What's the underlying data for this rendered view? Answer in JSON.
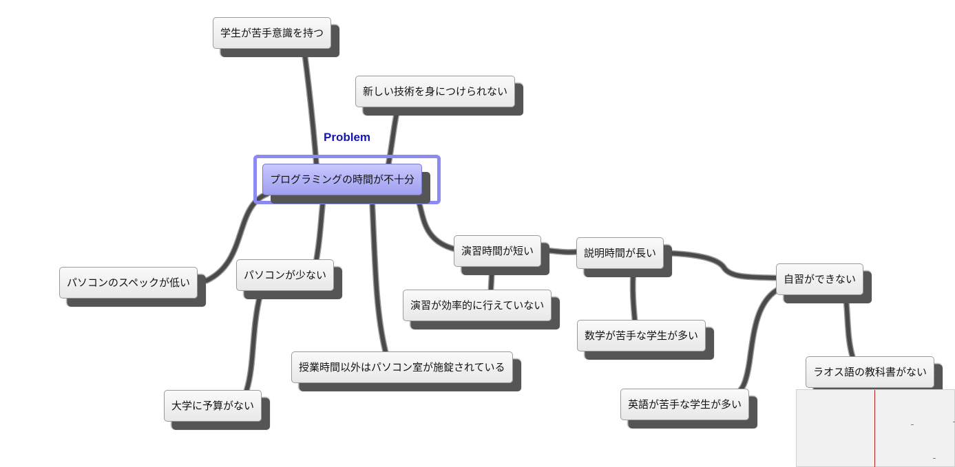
{
  "root": {
    "tag": "Problem",
    "label": "プログラミングの時間が不十分"
  },
  "nodes": {
    "n1": "学生が苦手意識を持つ",
    "n2": "新しい技術を身につけられない",
    "n3": "パソコンのスペックが低い",
    "n4": "パソコンが少ない",
    "n5": "大学に予算がない",
    "n6": "授業時間以外はパソコン室が施錠されている",
    "n7": "演習時間が短い",
    "n8": "演習が効率的に行えていない",
    "n9": "説明時間が長い",
    "n10": "数学が苦手な学生が多い",
    "n11": "自習ができない",
    "n12": "英語が苦手な学生が多い",
    "n13": "ラオス語の教科書がない"
  },
  "colors": {
    "root_fill": "#a5a5f4",
    "root_frame": "#8a8af2",
    "tag_text": "#1515b0",
    "link": "#4a4a4a"
  }
}
